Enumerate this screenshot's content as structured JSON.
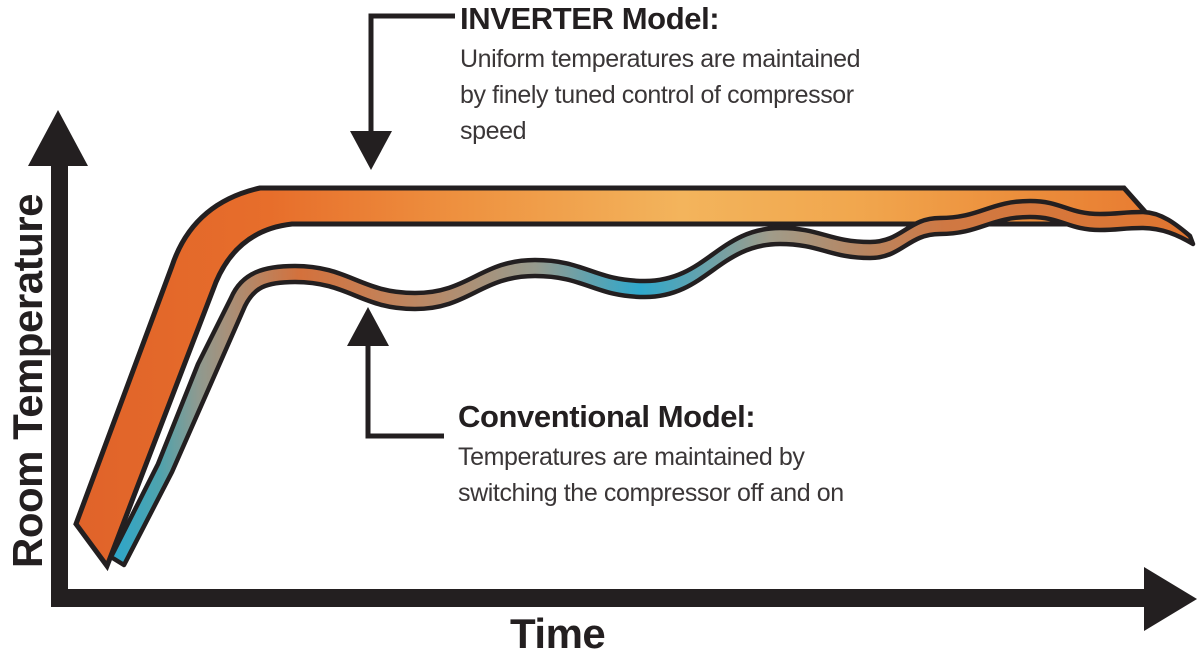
{
  "diagram": {
    "background": "#FFFFFF",
    "axes": {
      "y_label": "Room Temperature",
      "x_label": "Time",
      "color": "#231F20"
    },
    "callouts": {
      "inverter": {
        "title": "INVERTER Model:",
        "lines": [
          "Uniform temperatures are maintained",
          "by finely tuned control of compressor",
          "speed"
        ]
      },
      "conventional": {
        "title": "Conventional Model:",
        "lines": [
          "Temperatures are maintained by",
          "switching the compressor off and on"
        ]
      }
    },
    "series": [
      {
        "name": "INVERTER Model",
        "shape": "smooth flat band (uniform temperature)",
        "palette": [
          "#E0632A",
          "#F3B45C",
          "#E87B31"
        ]
      },
      {
        "name": "Conventional Model",
        "shape": "oscillating wavy band (temperature swings)",
        "palette": [
          "#2BA6CC",
          "#D4713C",
          "#979B8E",
          "#B58866",
          "#E0752F"
        ]
      }
    ]
  }
}
